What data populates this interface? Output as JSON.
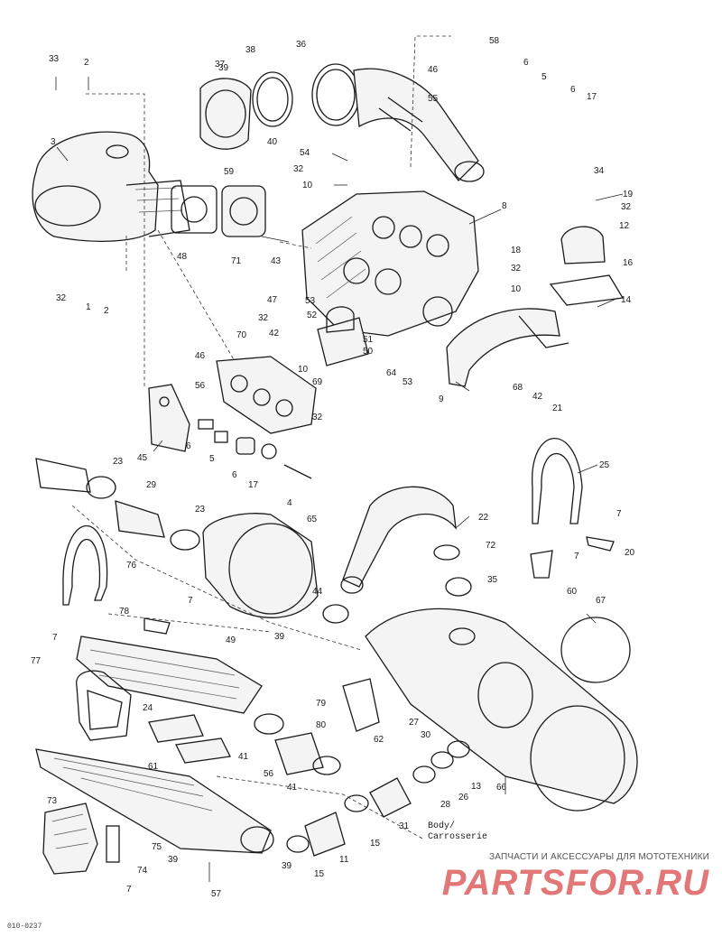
{
  "figure_code": "010-0237",
  "body_note": [
    "Body/",
    "Carrosserie"
  ],
  "watermark": {
    "tagline": "ЗАПЧАСТИ И АКСЕССУАРЫ ДЛЯ МОТОТЕХНИКИ",
    "logo": "PARTSFOR.RU",
    "color": "#d94a4a"
  },
  "callouts": [
    {
      "id": "c33a",
      "text": "33"
    },
    {
      "id": "c2a",
      "text": "2"
    },
    {
      "id": "c3",
      "text": "3"
    },
    {
      "id": "c32a",
      "text": "32"
    },
    {
      "id": "c1a",
      "text": "1"
    },
    {
      "id": "c2b",
      "text": "2"
    },
    {
      "id": "c37",
      "text": "37"
    },
    {
      "id": "c39a",
      "text": "39"
    },
    {
      "id": "c38",
      "text": "38"
    },
    {
      "id": "c36",
      "text": "36"
    },
    {
      "id": "c58",
      "text": "58"
    },
    {
      "id": "c46a",
      "text": "46"
    },
    {
      "id": "c6a",
      "text": "6"
    },
    {
      "id": "c5a",
      "text": "5"
    },
    {
      "id": "c55a",
      "text": "55"
    },
    {
      "id": "c6b",
      "text": "6"
    },
    {
      "id": "c17a",
      "text": "17"
    },
    {
      "id": "c34",
      "text": "34"
    },
    {
      "id": "c40",
      "text": "40"
    },
    {
      "id": "c54",
      "text": "54"
    },
    {
      "id": "c32b",
      "text": "32"
    },
    {
      "id": "c10a",
      "text": "10"
    },
    {
      "id": "c59",
      "text": "59"
    },
    {
      "id": "c8",
      "text": "8"
    },
    {
      "id": "c19",
      "text": "19"
    },
    {
      "id": "c32c",
      "text": "32"
    },
    {
      "id": "c12",
      "text": "12"
    },
    {
      "id": "c18",
      "text": "18"
    },
    {
      "id": "c32d",
      "text": "32"
    },
    {
      "id": "c16",
      "text": "16"
    },
    {
      "id": "c10b",
      "text": "10"
    },
    {
      "id": "c14",
      "text": "14"
    },
    {
      "id": "c48",
      "text": "48"
    },
    {
      "id": "c71",
      "text": "71"
    },
    {
      "id": "c43",
      "text": "43"
    },
    {
      "id": "c47",
      "text": "47"
    },
    {
      "id": "c53a",
      "text": "53"
    },
    {
      "id": "c32e",
      "text": "32"
    },
    {
      "id": "c52",
      "text": "52"
    },
    {
      "id": "c42a",
      "text": "42"
    },
    {
      "id": "c51",
      "text": "51"
    },
    {
      "id": "c50",
      "text": "50"
    },
    {
      "id": "c70",
      "text": "70"
    },
    {
      "id": "c46b",
      "text": "46"
    },
    {
      "id": "c56a",
      "text": "56"
    },
    {
      "id": "c10c",
      "text": "10"
    },
    {
      "id": "c69",
      "text": "69"
    },
    {
      "id": "c32f",
      "text": "32"
    },
    {
      "id": "c64",
      "text": "64"
    },
    {
      "id": "c53b",
      "text": "53"
    },
    {
      "id": "c9",
      "text": "9"
    },
    {
      "id": "c68",
      "text": "68"
    },
    {
      "id": "c42b",
      "text": "42"
    },
    {
      "id": "c21",
      "text": "21"
    },
    {
      "id": "c45",
      "text": "45"
    },
    {
      "id": "c6c",
      "text": "6"
    },
    {
      "id": "c5b",
      "text": "5"
    },
    {
      "id": "c6d",
      "text": "6"
    },
    {
      "id": "c17b",
      "text": "17"
    },
    {
      "id": "c4",
      "text": "4"
    },
    {
      "id": "c23a",
      "text": "23"
    },
    {
      "id": "c29",
      "text": "29"
    },
    {
      "id": "c23b",
      "text": "23"
    },
    {
      "id": "c65",
      "text": "65"
    },
    {
      "id": "c22",
      "text": "22"
    },
    {
      "id": "c72",
      "text": "72"
    },
    {
      "id": "c25",
      "text": "25"
    },
    {
      "id": "c7a",
      "text": "7"
    },
    {
      "id": "c7b",
      "text": "7"
    },
    {
      "id": "c20",
      "text": "20"
    },
    {
      "id": "c60",
      "text": "60"
    },
    {
      "id": "c35",
      "text": "35"
    },
    {
      "id": "c76",
      "text": "76"
    },
    {
      "id": "c7c",
      "text": "7"
    },
    {
      "id": "c78",
      "text": "78"
    },
    {
      "id": "c44",
      "text": "44"
    },
    {
      "id": "c67",
      "text": "67"
    },
    {
      "id": "c7d",
      "text": "7"
    },
    {
      "id": "c39b",
      "text": "39"
    },
    {
      "id": "c49",
      "text": "49"
    },
    {
      "id": "c77",
      "text": "77"
    },
    {
      "id": "c24",
      "text": "24"
    },
    {
      "id": "c79",
      "text": "79"
    },
    {
      "id": "c80",
      "text": "80"
    },
    {
      "id": "c62",
      "text": "62"
    },
    {
      "id": "c27",
      "text": "27"
    },
    {
      "id": "c30",
      "text": "30"
    },
    {
      "id": "c61",
      "text": "61"
    },
    {
      "id": "c41a",
      "text": "41"
    },
    {
      "id": "c56b",
      "text": "56"
    },
    {
      "id": "c26",
      "text": "26"
    },
    {
      "id": "c13",
      "text": "13"
    },
    {
      "id": "c66",
      "text": "66"
    },
    {
      "id": "c41b",
      "text": "41"
    },
    {
      "id": "c28",
      "text": "28"
    },
    {
      "id": "c31",
      "text": "31"
    },
    {
      "id": "c73",
      "text": "73"
    },
    {
      "id": "c75",
      "text": "75"
    },
    {
      "id": "c15a",
      "text": "15"
    },
    {
      "id": "c11",
      "text": "11"
    },
    {
      "id": "c39c",
      "text": "39"
    },
    {
      "id": "c39d",
      "text": "39"
    },
    {
      "id": "c74",
      "text": "74"
    },
    {
      "id": "c15b",
      "text": "15"
    },
    {
      "id": "c7e",
      "text": "7"
    },
    {
      "id": "c57",
      "text": "57"
    }
  ]
}
